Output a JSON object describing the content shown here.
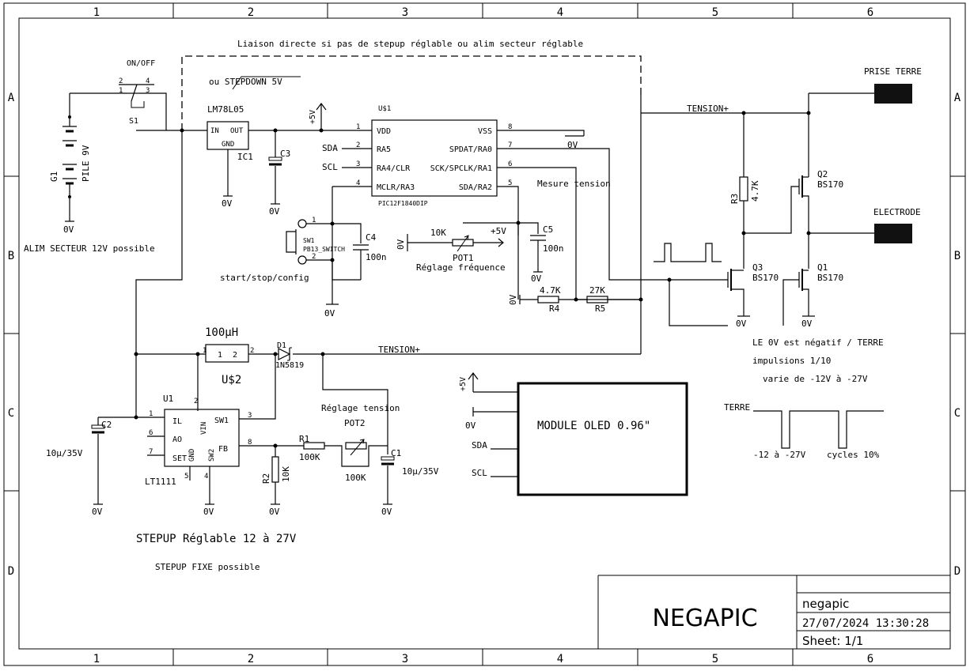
{
  "frame": {
    "columns": [
      "1",
      "2",
      "3",
      "4",
      "5",
      "6"
    ],
    "rows": [
      "A",
      "B",
      "C",
      "D"
    ]
  },
  "notes": {
    "direct_link": "Liaison directe si pas de stepup réglable ou alim secteur réglable",
    "on_off": "ON/OFF",
    "stepdown": "ou STEPDOWN 5V",
    "mains": "ALIM SECTEUR 12V possible",
    "start_stop": "start/stop/config",
    "freq": "Réglage fréquence",
    "tension_label": "Mesure tension",
    "reglage_tension": "Réglage tension",
    "stepup_title": "STEPUP Réglable 12 à 27V",
    "stepup_fixe": "STEPUP FIXE possible",
    "neg_ground": "LE 0V est négatif / TERRE",
    "pulses": "impulsions 1/10",
    "range": "varie de -12V à -27V",
    "terre": "TERRE",
    "wave_range": "-12 à -27V",
    "cycles": "cycles 10%",
    "prise_terre": "PRISE TERRE",
    "electrode": "ELECTRODE",
    "oled": "MODULE OLED 0.96\""
  },
  "nets": {
    "gnd": "0V",
    "vcc": "+5V",
    "tension": "TENSION+",
    "sda": "SDA",
    "scl": "SCL"
  },
  "components": {
    "s1": {
      "name": "S1",
      "pins": [
        "2",
        "4",
        "1",
        "3"
      ]
    },
    "g1": {
      "name": "G1",
      "value": "PILE 9V"
    },
    "ic1": {
      "name": "IC1",
      "part": "LM78L05",
      "in": "IN",
      "out": "OUT",
      "gnd": "GND"
    },
    "c3": {
      "name": "C3"
    },
    "u1": {
      "name": "U$1",
      "part": "PIC12F1840DIP",
      "pins_left": [
        {
          "num": "1",
          "label": "VDD"
        },
        {
          "num": "2",
          "label": "RA5"
        },
        {
          "num": "3",
          "label": "RA4/CLR"
        },
        {
          "num": "4",
          "label": "MCLR/RA3"
        }
      ],
      "pins_right": [
        {
          "num": "8",
          "label": "VSS"
        },
        {
          "num": "7",
          "label": "SPDAT/RA0"
        },
        {
          "num": "6",
          "label": "SCK/SPCLK/RA1"
        },
        {
          "num": "5",
          "label": "SDA/RA2"
        }
      ]
    },
    "sw1": {
      "name": "SW1",
      "part": "PB13_SWITCH",
      "pin1": "1",
      "pin2": "2"
    },
    "c4": {
      "name": "C4",
      "value": "100n"
    },
    "pot1": {
      "name": "POT1",
      "value": "10K"
    },
    "c5": {
      "name": "C5",
      "value": "100n"
    },
    "r4": {
      "name": "R4",
      "value": "4.7K"
    },
    "r5": {
      "name": "R5",
      "value": "27K"
    },
    "r3": {
      "name": "R3",
      "value": "4.7K"
    },
    "q1": {
      "name": "Q1",
      "part": "BS170"
    },
    "q2": {
      "name": "Q2",
      "part": "BS170"
    },
    "q3": {
      "name": "Q3",
      "part": "BS170"
    },
    "l1": {
      "name": "U$2",
      "value": "100µH",
      "pin1": "1",
      "pin2": "2"
    },
    "d1": {
      "name": "D1",
      "part": "1N5819"
    },
    "u2": {
      "name": "U1",
      "part": "LT1111",
      "labels": [
        "IL",
        "AO",
        "SET",
        "VIN",
        "SW1",
        "FB",
        "GND",
        "SW2"
      ],
      "pins": [
        "1",
        "6",
        "7",
        "2",
        "3",
        "8",
        "5",
        "4"
      ]
    },
    "c2": {
      "name": "C2",
      "value": "10µ/35V"
    },
    "r1": {
      "name": "R1",
      "value": "100K"
    },
    "r2": {
      "name": "R2",
      "value": "10K"
    },
    "pot2": {
      "name": "POT2",
      "value": "100K"
    },
    "c1": {
      "name": "C1",
      "value": "10µ/35V"
    }
  },
  "title_block": {
    "project": "NEGAPIC",
    "name": "negapic",
    "date": "27/07/2024 13:30:28",
    "sheet": "Sheet: 1/1"
  }
}
